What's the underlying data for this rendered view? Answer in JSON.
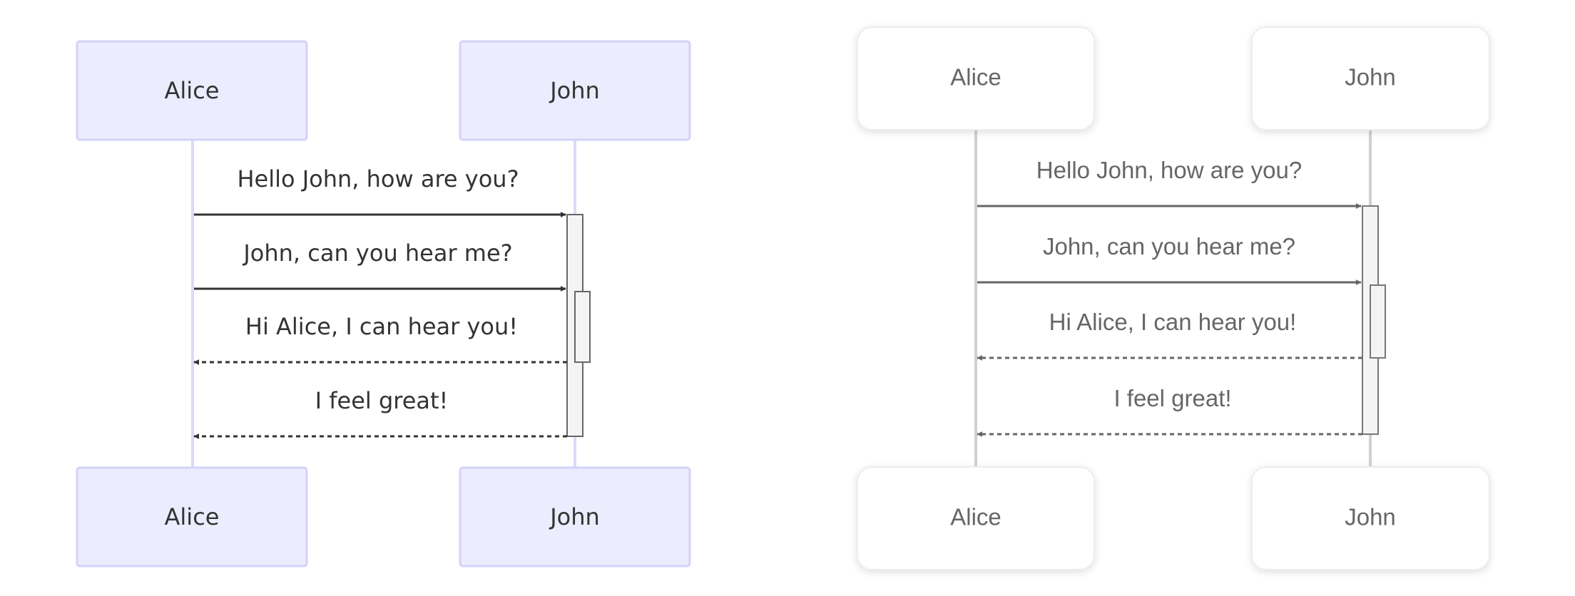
{
  "diagrams": [
    {
      "style": "classic",
      "participants": [
        "Alice",
        "John"
      ],
      "messages": [
        {
          "text": "Hello John, how are you?",
          "from": "Alice",
          "to": "John",
          "dashed": false
        },
        {
          "text": "John, can you hear me?",
          "from": "Alice",
          "to": "John",
          "dashed": false
        },
        {
          "text": "Hi Alice, I can hear you!",
          "from": "John",
          "to": "Alice",
          "dashed": true
        },
        {
          "text": "I feel great!",
          "from": "John",
          "to": "Alice",
          "dashed": true
        }
      ],
      "colors": {
        "actor_fill": "#ececff",
        "actor_border": "#d4d2f7",
        "text": "#333333",
        "arrow": "#333333"
      }
    },
    {
      "style": "minimal",
      "participants": [
        "Alice",
        "John"
      ],
      "messages": [
        {
          "text": "Hello John, how are you?",
          "from": "Alice",
          "to": "John",
          "dashed": false
        },
        {
          "text": "John, can you hear me?",
          "from": "Alice",
          "to": "John",
          "dashed": false
        },
        {
          "text": "Hi Alice, I can hear you!",
          "from": "John",
          "to": "Alice",
          "dashed": true
        },
        {
          "text": "I feel great!",
          "from": "John",
          "to": "Alice",
          "dashed": true
        }
      ],
      "colors": {
        "actor_fill": "#ffffff",
        "actor_border": "#ededed",
        "text": "#666666",
        "arrow": "#666666"
      }
    }
  ]
}
